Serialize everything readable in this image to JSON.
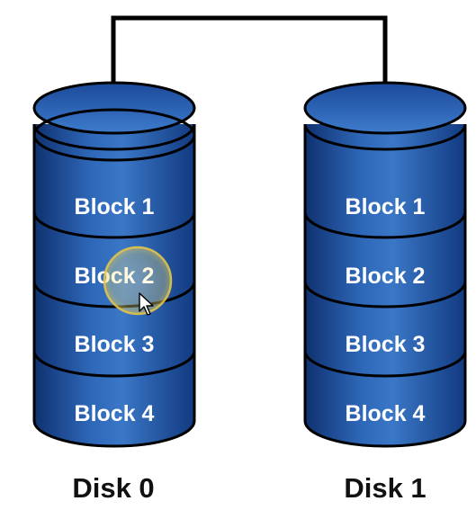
{
  "disks": [
    {
      "label": "Disk 0",
      "blocks": [
        "Block 1",
        "Block 2",
        "Block 3",
        "Block 4"
      ]
    },
    {
      "label": "Disk 1",
      "blocks": [
        "Block 1",
        "Block 2",
        "Block 3",
        "Block 4"
      ]
    }
  ],
  "colors": {
    "disk_fill": "#2a60b0",
    "disk_light": "#4a86d4",
    "disk_dark": "#0d2d66",
    "outline": "#000000",
    "connector": "#000000",
    "highlight": "#f3e48a"
  },
  "cursor": {
    "highlight_on": "disks.0.blocks.1"
  }
}
